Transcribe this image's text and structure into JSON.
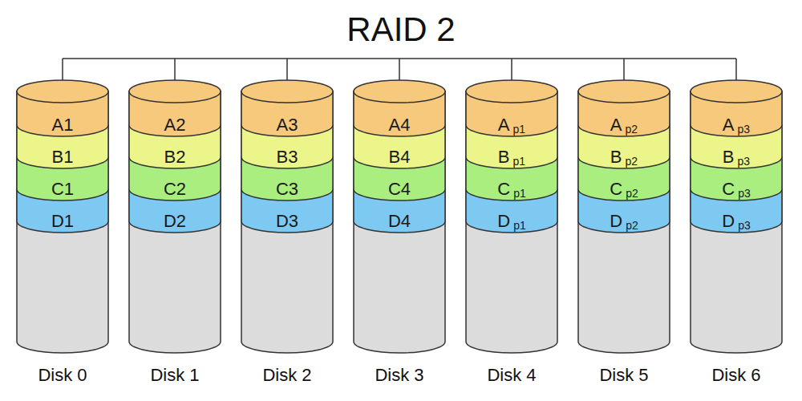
{
  "diagram": {
    "title": "RAID 2",
    "nodes": [
      {
        "text": [
          "Disk 0"
        ]
      },
      {
        "text": [
          "A1"
        ],
        "in": 0
      },
      {
        "text": [
          "B1"
        ],
        "in": 0
      },
      {
        "text": [
          "C1"
        ],
        "in": 0
      },
      {
        "text": [
          "D1"
        ],
        "in": 0
      },
      {
        "text": [
          "Disk 1"
        ]
      },
      {
        "text": [
          "A2"
        ],
        "in": 5
      },
      {
        "text": [
          "B2"
        ],
        "in": 5
      },
      {
        "text": [
          "C2"
        ],
        "in": 5
      },
      {
        "text": [
          "D2"
        ],
        "in": 5
      },
      {
        "text": [
          "Disk 2"
        ]
      },
      {
        "text": [
          "A3"
        ],
        "in": 10
      },
      {
        "text": [
          "B3"
        ],
        "in": 10
      },
      {
        "text": [
          "C3"
        ],
        "in": 10
      },
      {
        "text": [
          "D3"
        ],
        "in": 10
      },
      {
        "text": [
          "Disk 3"
        ]
      },
      {
        "text": [
          "A4"
        ],
        "in": 15
      },
      {
        "text": [
          "B4"
        ],
        "in": 15
      },
      {
        "text": [
          "C4"
        ],
        "in": 15
      },
      {
        "text": [
          "D4"
        ],
        "in": 15
      },
      {
        "text": [
          "Disk 4"
        ]
      },
      {
        "text": [
          "A",
          "p1"
        ],
        "in": 20
      },
      {
        "text": [
          "B",
          "p1"
        ],
        "in": 20
      },
      {
        "text": [
          "C",
          "p1"
        ],
        "in": 20
      },
      {
        "text": [
          "D",
          "p1"
        ],
        "in": 20
      },
      {
        "text": [
          "Disk 5"
        ]
      },
      {
        "text": [
          "A",
          "p2"
        ],
        "in": 25
      },
      {
        "text": [
          "B",
          "p2"
        ],
        "in": 25
      },
      {
        "text": [
          "C",
          "p2"
        ],
        "in": 25
      },
      {
        "text": [
          "D",
          "p2"
        ],
        "in": 25
      },
      {
        "text": [
          "Disk 6"
        ]
      },
      {
        "text": [
          "A",
          "p3"
        ],
        "in": 30
      },
      {
        "text": [
          "B",
          "p3"
        ],
        "in": 30
      },
      {
        "text": [
          "C",
          "p3"
        ],
        "in": 30
      },
      {
        "text": [
          "D",
          "p3"
        ],
        "in": 30
      }
    ]
  }
}
